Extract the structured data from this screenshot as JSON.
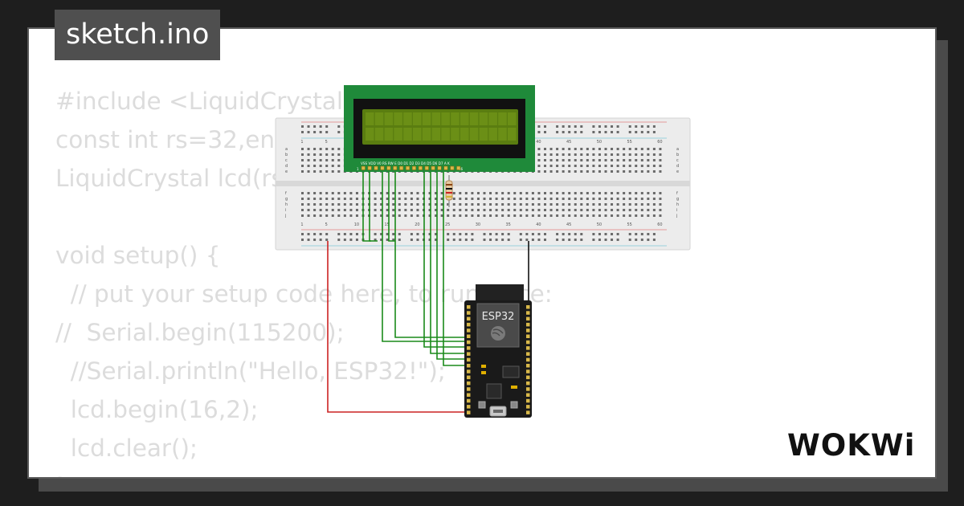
{
  "file": {
    "name": "sketch.ino"
  },
  "code": {
    "lines": [
      "#include <LiquidCrystal.h>",
      "const int rs=32,en=33,d4=25,d5=26,d6=27,d7=14;",
      "LiquidCrystal lcd(rs,en,d4,d5,d6,d7);",
      "",
      "void setup() {",
      "  // put your setup code here, to run once:",
      "//  Serial.begin(115200);",
      "  //Serial.println(\"Hello, ESP32!\");",
      "  lcd.begin(16,2);",
      "  lcd.clear();",
      "}"
    ]
  },
  "breadboard": {
    "column_numbers": [
      "1",
      "5",
      "10",
      "15",
      "20",
      "25",
      "30",
      "35",
      "40",
      "45",
      "50",
      "55",
      "60"
    ],
    "row_letters_top": [
      "a",
      "b",
      "c",
      "d",
      "e"
    ],
    "row_letters_bottom": [
      "f",
      "g",
      "h",
      "i",
      "j"
    ]
  },
  "lcd": {
    "pin_labels": "VSS VDD V0 RS RW E  D0 D1 D2 D3 D4 D5 D6 D7 A  K",
    "pin_start": "1",
    "pin_end": "16"
  },
  "esp32": {
    "label": "ESP32"
  },
  "brand": {
    "logo": "WOKWi"
  },
  "colors": {
    "wire_green": "#1a8a1a",
    "wire_red": "#cc2222",
    "wire_black": "#111111",
    "lcd_pcb": "#1f8a3a",
    "lcd_screen": "#5a7d10",
    "card_border": "#5a5a5a",
    "tag_bg": "#4f4f4f"
  }
}
